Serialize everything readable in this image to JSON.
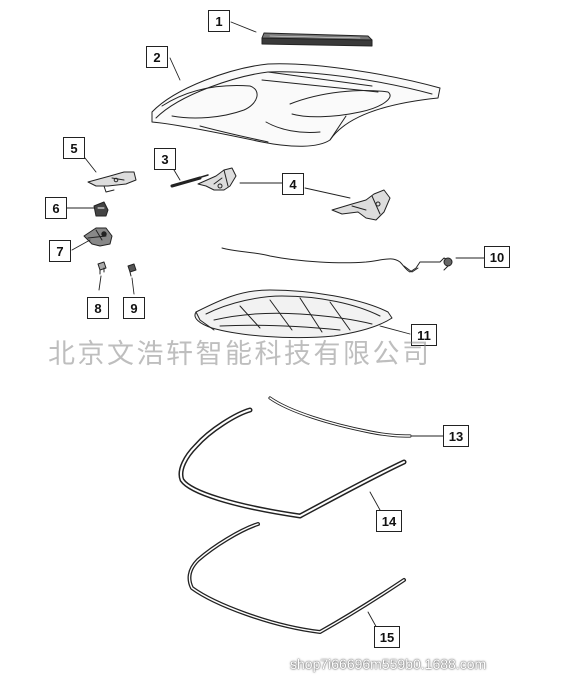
{
  "callouts": {
    "c1": "1",
    "c2": "2",
    "c3": "3",
    "c4": "4",
    "c5": "5",
    "c6": "6",
    "c7": "7",
    "c8": "8",
    "c9": "9",
    "c10": "10",
    "c11": "11",
    "c13": "13",
    "c14": "14",
    "c15": "15"
  },
  "watermark": "北京文浩轩智能科技有限公司",
  "footer": "shop7i66696m559b0.1688.com",
  "colors": {
    "line": "#222222",
    "watermark": "#8a8a8a"
  }
}
